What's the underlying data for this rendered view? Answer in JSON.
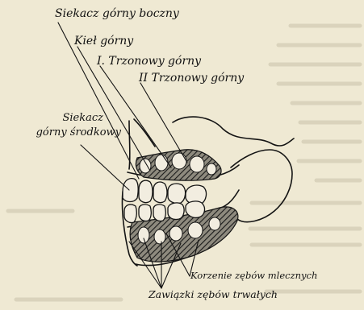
{
  "labels": {
    "siekacz_gorny_boczny": "Siekacz górny boczny",
    "kiel_gorny": "Kieł górny",
    "trzonowy_1_gorny": "I. Trzonowy górny",
    "trzonowy_2_gorny": "II Trzonowy górny",
    "siekacz_gorny_srodkowy_line1": "Siekacz",
    "siekacz_gorny_srodkowy_line2": "górny środkowy",
    "korzenie_zebow_mlecznych": "Korzenie zębów mlecznych",
    "zawiazki_zebow_trwalych": "Zawiązki zębów trwałych"
  },
  "colors": {
    "paper": "#efe9d3",
    "ink": "#141414",
    "bleed_text": "#b5ae98",
    "hatch_fill": "#5a5a5a"
  }
}
